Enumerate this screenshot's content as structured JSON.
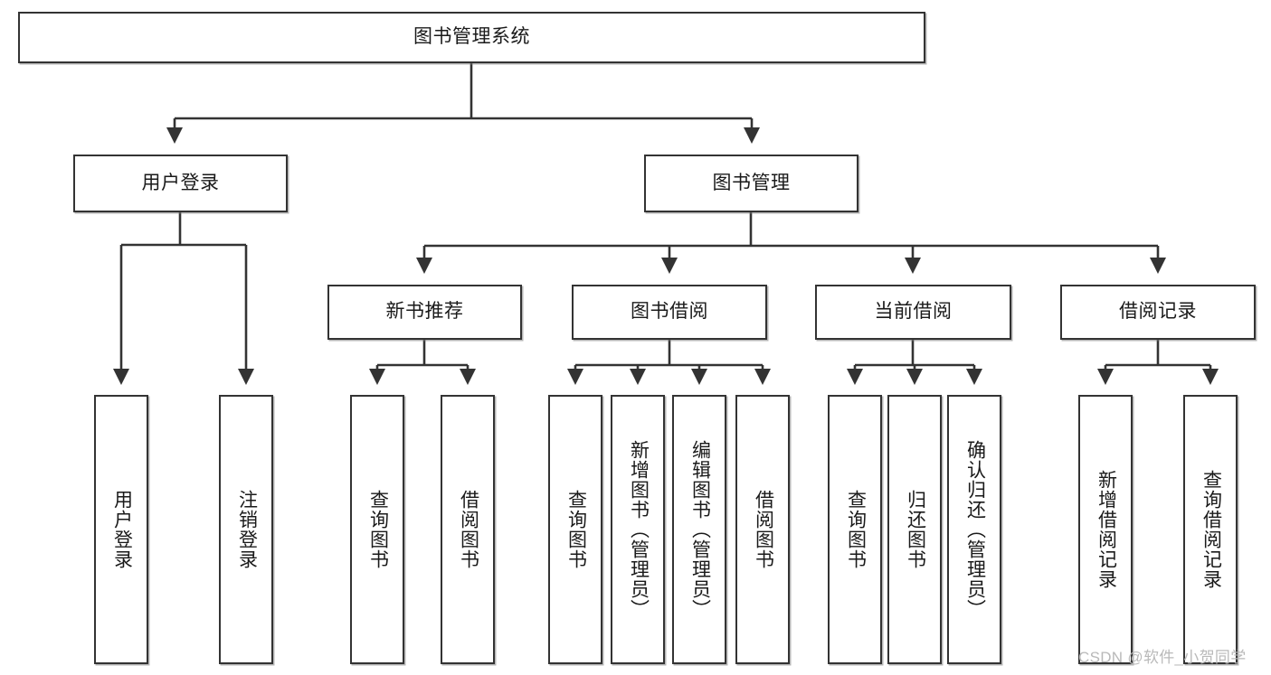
{
  "diagram": {
    "type": "tree-hierarchy-chart",
    "title": "图书管理系统",
    "watermark": "CSDN @软件_小贺同学",
    "colors": {
      "box_border": "#333333",
      "box_fill": "#ffffff",
      "connector": "#333333",
      "text": "#1a1a1a",
      "watermark": "#b9b9b9",
      "background": "#ffffff"
    },
    "nodes": {
      "root": {
        "label": "图书管理系统"
      },
      "level2": [
        {
          "label": "用户登录"
        },
        {
          "label": "图书管理"
        }
      ],
      "level3": [
        {
          "label": "新书推荐"
        },
        {
          "label": "图书借阅"
        },
        {
          "label": "当前借阅"
        },
        {
          "label": "借阅记录"
        }
      ],
      "leaves": {
        "user_login": [
          {
            "label": "用户登录"
          },
          {
            "label": "注销登录"
          }
        ],
        "new_book_recommend": [
          {
            "label": "查询图书"
          },
          {
            "label": "借阅图书"
          }
        ],
        "book_borrow": [
          {
            "label": "查询图书"
          },
          {
            "label": "新增图书（管理员）"
          },
          {
            "label": "编辑图书（管理员）"
          },
          {
            "label": "借阅图书"
          }
        ],
        "current_borrow": [
          {
            "label": "查询图书"
          },
          {
            "label": "归还图书"
          },
          {
            "label": "确认归还（管理员）"
          }
        ],
        "borrow_record": [
          {
            "label": "新增借阅记录"
          },
          {
            "label": "查询借阅记录"
          }
        ]
      }
    }
  }
}
